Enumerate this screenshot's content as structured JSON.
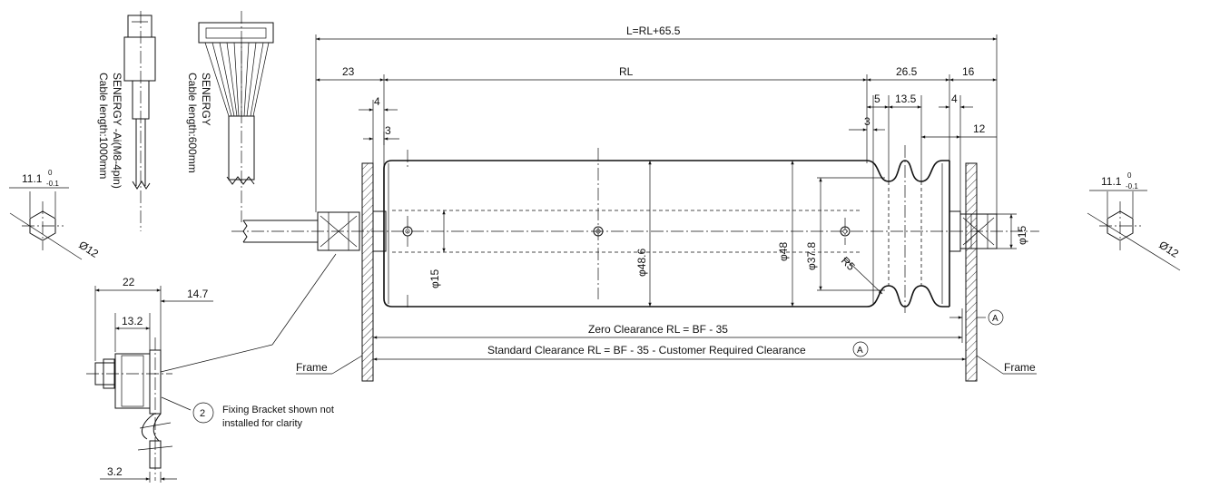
{
  "dimensions": {
    "total_length": "L=RL+65.5",
    "left_shaft": "23",
    "roller_length": "RL",
    "groove_section": "26.5",
    "right_shaft": "16",
    "left_gap": "4",
    "left_lip": "3",
    "groove_offset": "5",
    "groove_width": "13.5",
    "groove_lip": "3",
    "right_gap": "4",
    "right_end": "12",
    "shaft_dia_left": "φ15",
    "tube_dia": "φ48.6",
    "groove_outer_dia": "φ48",
    "groove_root_dia": "φ37.8",
    "groove_radius": "R5",
    "shaft_dia_right": "φ15",
    "hex_flat_left": "11.1",
    "hex_flat_right": "11.1",
    "hex_tol_upper": "0",
    "hex_tol_lower": "-0.1",
    "hex_dia_left": "Ø12",
    "hex_dia_right": "Ø12",
    "bracket_width": "22",
    "bracket_offset": "14.7",
    "bracket_inner": "13.2",
    "bracket_thickness": "3.2"
  },
  "labels": {
    "zero_clearance": "Zero Clearance RL = BF - 35",
    "standard_clearance": "Standard Clearance RL = BF - 35 - Customer Required Clearance",
    "clearance_marker": "A",
    "frame_left": "Frame",
    "frame_right": "Frame",
    "bracket_note_number": "2",
    "bracket_note_line1": "Fixing Bracket shown not",
    "bracket_note_line2": "installed for clarity"
  },
  "connectors": {
    "senergy_ai_line1": "SENERGY -Ai(M8-4pin)",
    "senergy_ai_line2": "Cable length:1000mm",
    "senergy_line1": "SENERGY",
    "senergy_line2": "Cable length:600mm"
  }
}
